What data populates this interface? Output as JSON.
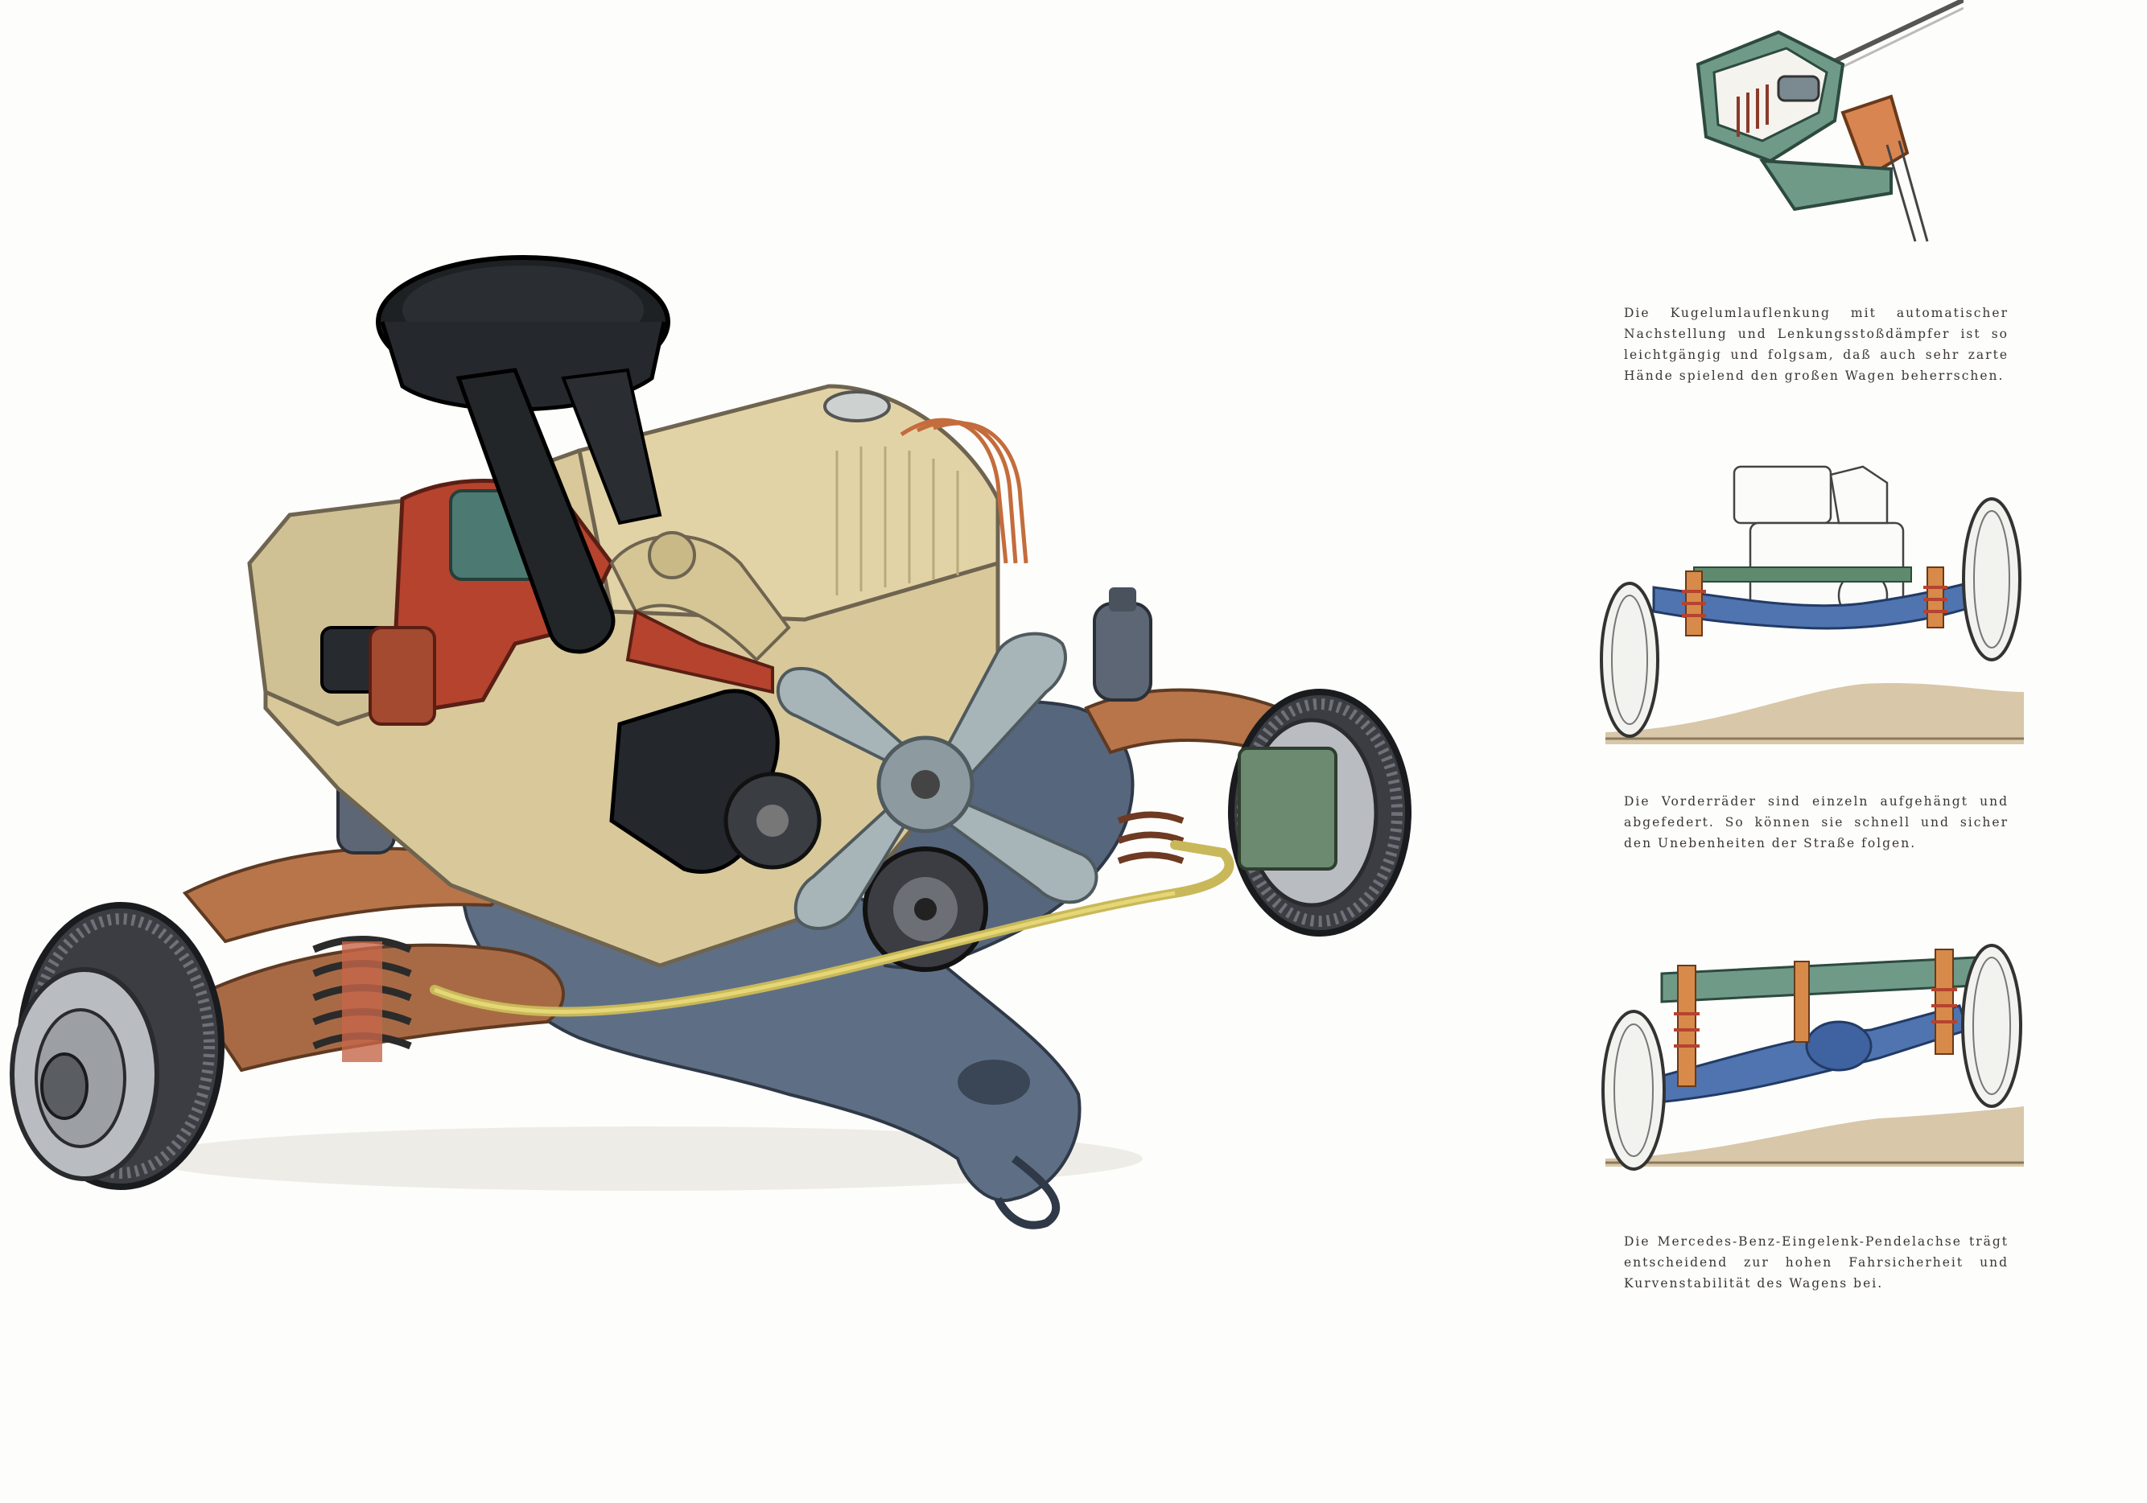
{
  "illustrations": {
    "main": "engine-and-front-axle-cutaway",
    "steering": "steering-gear-detail",
    "front_suspension": "front-independent-suspension-diagram",
    "rear_axle": "single-joint-swing-axle-diagram"
  },
  "colors": {
    "engine_block": "#d9c99a",
    "intake_red": "#b5432e",
    "crossmember_blue": "#5e6f85",
    "arm_copper": "#b8754a",
    "ground_tan": "#d8c7a8",
    "wheel_dark": "#3b3d42"
  },
  "captions": {
    "steering": "Die Kugelumlauflenkung mit automatischer Nachstellung und Lenkungsstoßdämpfer ist so leichtgängig und folgsam, daß auch sehr zarte Hände spielend den großen Wagen beherrschen.",
    "front": "Die Vorderräder sind einzeln aufgehängt und abgefedert. So können sie schnell und sicher den Unebenheiten der Straße folgen.",
    "rear": "Die Mercedes-Benz-Eingelenk-Pendelachse trägt entscheidend zur hohen Fahrsicherheit und Kurvenstabilität des Wagens bei."
  }
}
